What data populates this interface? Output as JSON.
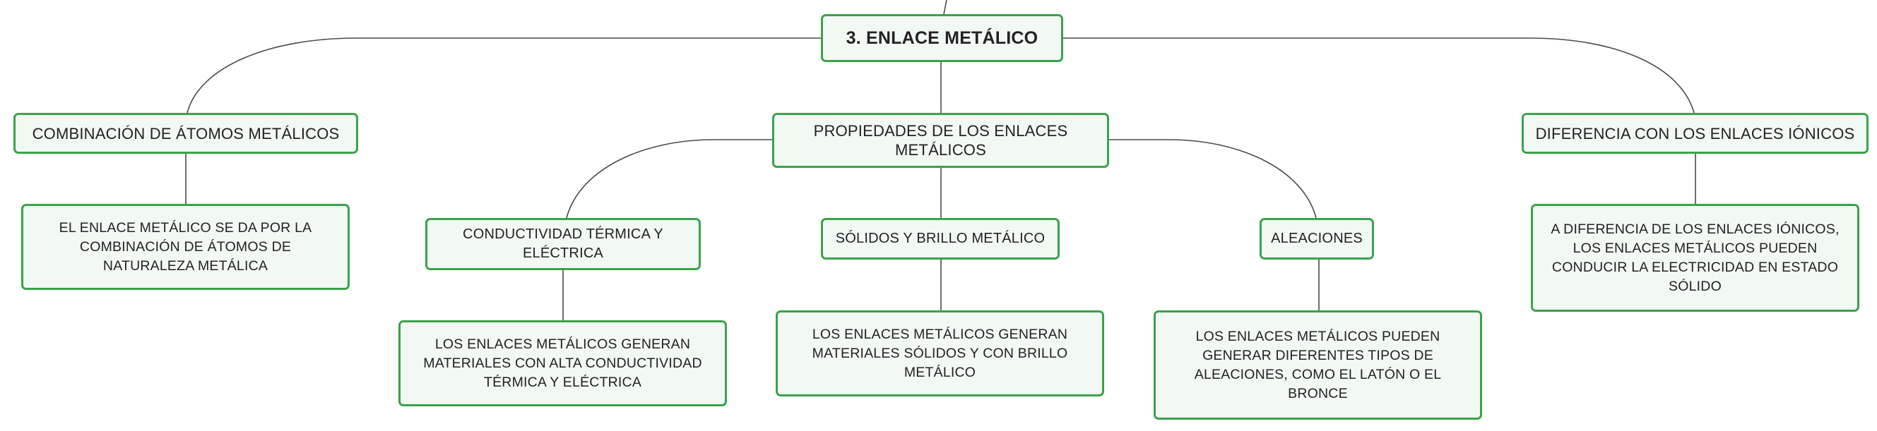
{
  "colors": {
    "node_border": "#3aa24a",
    "node_fill": "#f2f8f3",
    "connector": "#4a4a4a",
    "text": "#222222"
  },
  "root": {
    "label": "3. ENLACE METÁLICO"
  },
  "branches": {
    "combinacion": {
      "label": "COMBINACIÓN DE ÁTOMOS METÁLICOS",
      "description": "EL ENLACE METÁLICO SE DA POR LA COMBINACIÓN DE ÁTOMOS DE NATURALEZA METÁLICA"
    },
    "propiedades": {
      "label": "PROPIEDADES DE LOS ENLACES METÁLICOS",
      "children": {
        "conductividad": {
          "label": "CONDUCTIVIDAD TÉRMICA Y ELÉCTRICA",
          "description": "LOS ENLACES METÁLICOS GENERAN MATERIALES CON ALTA CONDUCTIVIDAD TÉRMICA Y ELÉCTRICA"
        },
        "solidos": {
          "label": "SÓLIDOS Y BRILLO METÁLICO",
          "description": "LOS ENLACES METÁLICOS GENERAN MATERIALES SÓLIDOS Y CON BRILLO METÁLICO"
        },
        "aleaciones": {
          "label": "ALEACIONES",
          "description": "LOS ENLACES METÁLICOS PUEDEN GENERAR DIFERENTES TIPOS DE ALEACIONES, COMO EL LATÓN O EL BRONCE"
        }
      }
    },
    "diferencia": {
      "label": "DIFERENCIA CON LOS ENLACES IÓNICOS",
      "description": "A DIFERENCIA DE LOS ENLACES IÓNICOS, LOS ENLACES METÁLICOS PUEDEN CONDUCIR LA ELECTRICIDAD EN ESTADO SÓLIDO"
    }
  }
}
